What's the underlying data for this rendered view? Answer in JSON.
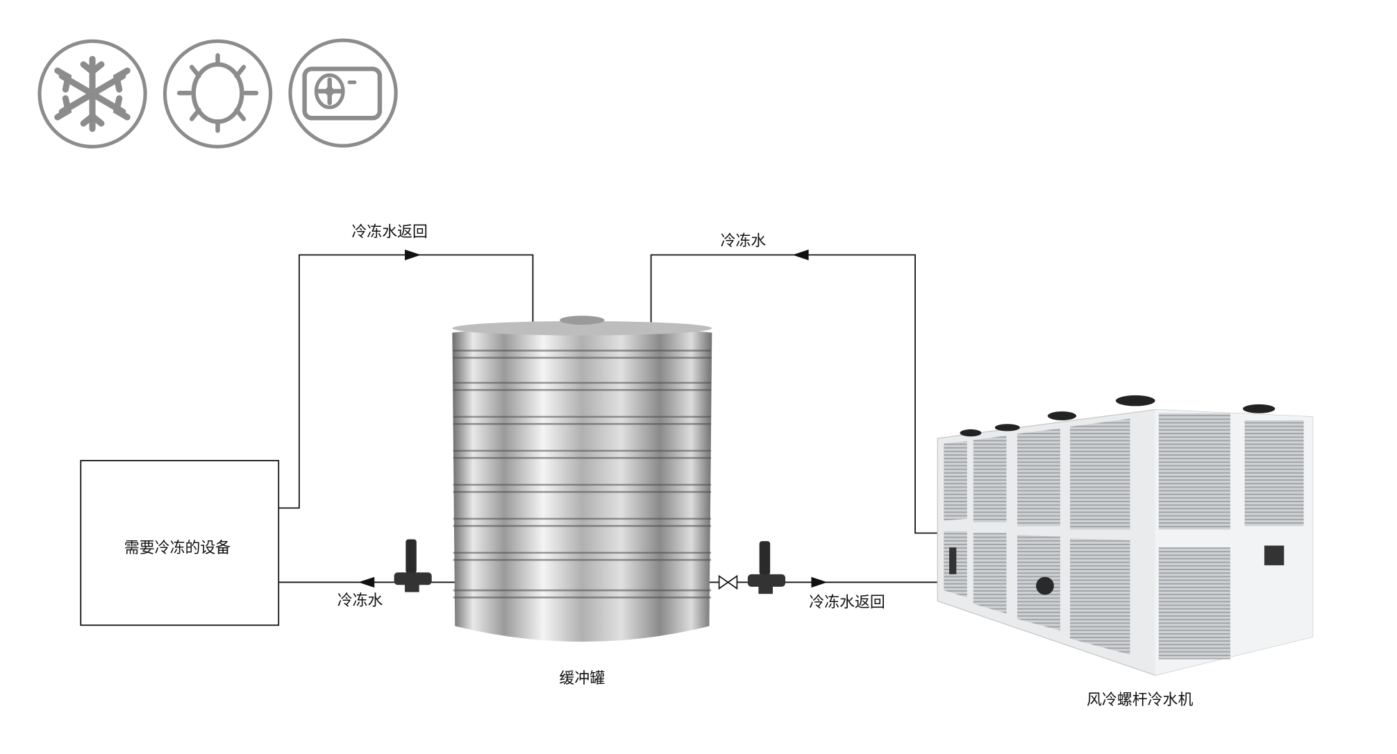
{
  "icons": [
    {
      "name": "snowflake-icon"
    },
    {
      "name": "sun-icon"
    },
    {
      "name": "heat-pump-unit-icon"
    }
  ],
  "labels": {
    "chilled_return_top": "冷冻水返回",
    "chilled_supply_top": "冷冻水",
    "equipment_box": "需要冷冻的设备",
    "chilled_supply_bottom": "冷冻水",
    "chilled_return_bottom": "冷冻水返回",
    "buffer_tank": "缓冲罐",
    "chiller": "风冷螺杆冷水机"
  },
  "colors": {
    "icon_gray": "#8c8c8c",
    "line": "#111111"
  }
}
